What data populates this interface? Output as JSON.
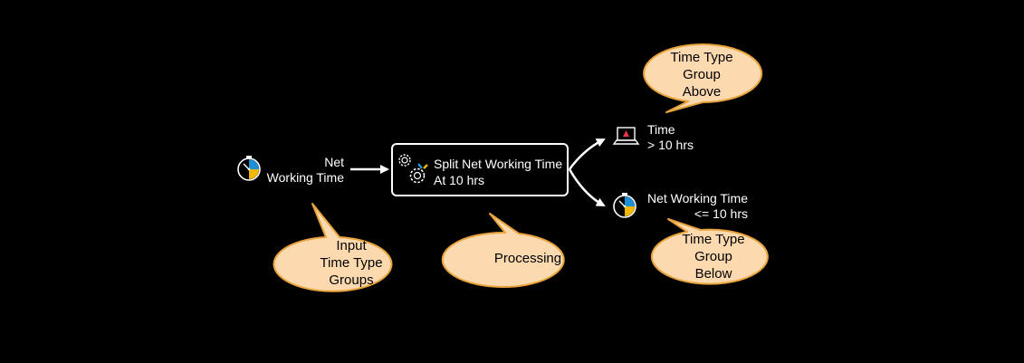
{
  "input": {
    "label_lines": [
      "Net",
      "Working Time"
    ],
    "icon": "stopwatch-icon"
  },
  "process": {
    "label_lines": [
      "Split Net Working Time",
      "At 10 hrs"
    ],
    "icon": "gears-icon"
  },
  "outputs": {
    "above": {
      "label_lines": [
        "Time",
        "> 10 hrs"
      ],
      "icon": "laptop-icon"
    },
    "below": {
      "label_lines": [
        "Net Working Time",
        "<= 10 hrs"
      ],
      "icon": "stopwatch-icon"
    }
  },
  "callouts": {
    "input": {
      "lines": [
        "Input",
        "Time Type",
        "Groups"
      ]
    },
    "processing": {
      "lines": [
        "Processing"
      ]
    },
    "above": {
      "lines": [
        "Time Type",
        "Group",
        "Above"
      ]
    },
    "below": {
      "lines": [
        "Time Type",
        "Group",
        "Below"
      ]
    }
  },
  "colors": {
    "background": "#000000",
    "callout_fill": "#FCD9AE",
    "callout_stroke": "#E8A33D",
    "line": "#FFFFFF",
    "accent_blue": "#1F8FD6",
    "accent_yellow": "#F2B705",
    "accent_red": "#E8354A"
  }
}
